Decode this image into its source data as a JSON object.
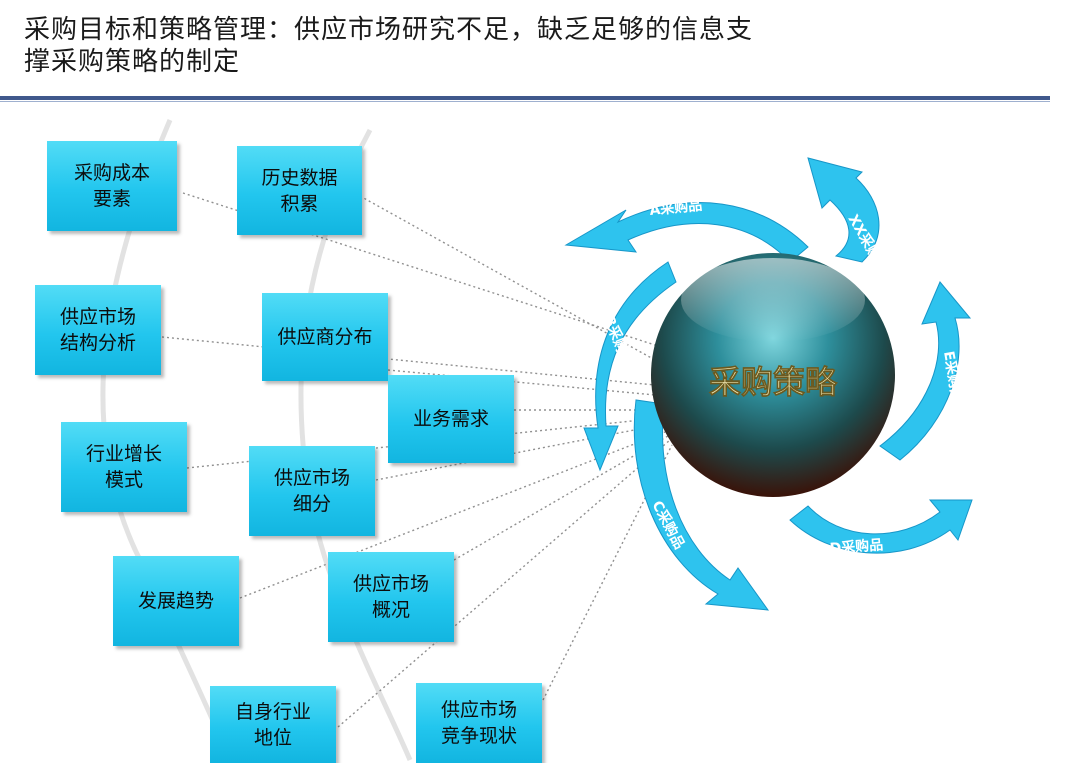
{
  "title": {
    "line1": "采购目标和策略管理：供应市场研究不足，缺乏足够的信息支",
    "line2": "撑采购策略的制定"
  },
  "center": {
    "label": "采购策略"
  },
  "arrows": {
    "a": "A采购品",
    "xx": "XX采购品",
    "b": "B采购品",
    "e": "E采购品",
    "c": "C采购品",
    "d": "D采购品"
  },
  "boxes": {
    "cost_factors": {
      "l1": "采购成本",
      "l2": "要素"
    },
    "historical_data": {
      "l1": "历史数据",
      "l2": "积累"
    },
    "market_structure": {
      "l1": "供应市场",
      "l2": "结构分析"
    },
    "supplier_distribution": {
      "l1": "供应商分布"
    },
    "business_demand": {
      "l1": "业务需求"
    },
    "growth_model": {
      "l1": "行业增长",
      "l2": "模式"
    },
    "market_segment": {
      "l1": "供应市场",
      "l2": "细分"
    },
    "trend": {
      "l1": "发展趋势"
    },
    "market_overview": {
      "l1": "供应市场",
      "l2": "概况"
    },
    "industry_position": {
      "l1": "自身行业",
      "l2": "地位"
    },
    "competition": {
      "l1": "供应市场",
      "l2": "竞争现状"
    }
  },
  "colors": {
    "box": "#22c6ee",
    "arrow": "#2ec3ee",
    "title_rule": "#40588c",
    "sphere_top": "#3aa8b4",
    "sphere_bottom": "#3a1208",
    "center_text": "#f2e7b0"
  }
}
